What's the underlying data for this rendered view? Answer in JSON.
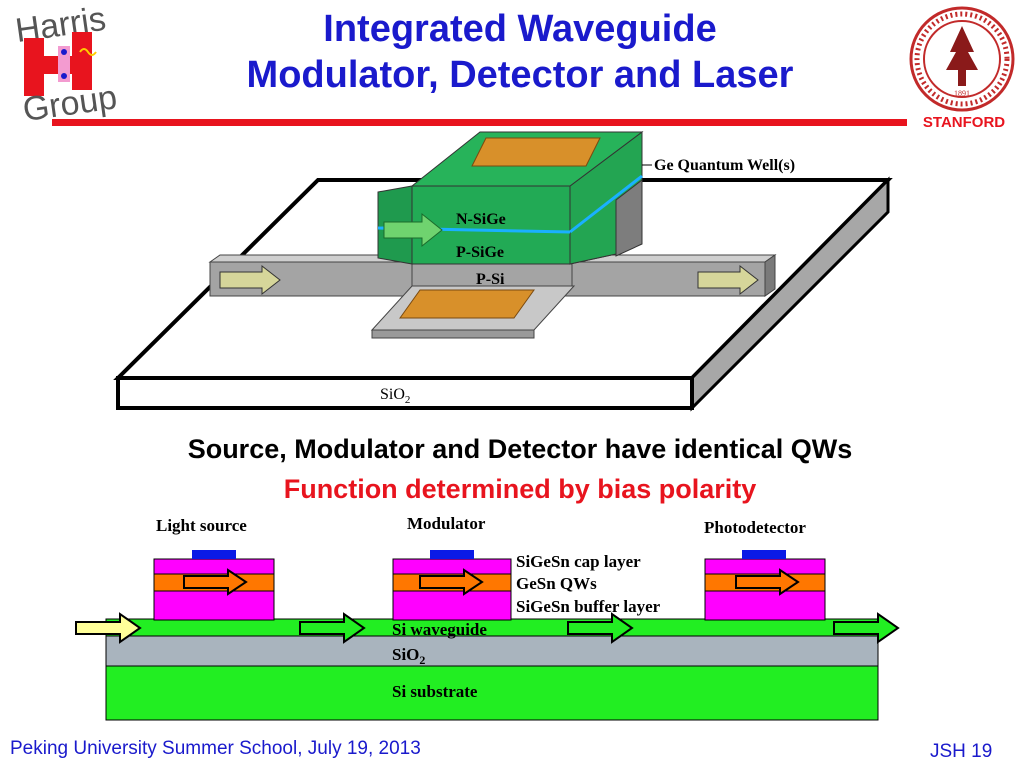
{
  "title": {
    "line1": "Integrated Waveguide",
    "line2": "Modulator,  Detector and Laser"
  },
  "logos": {
    "harris_line1": "Harris",
    "harris_line2": "Group",
    "stanford_label": "STANFORD",
    "seal_year": "1891"
  },
  "top_diagram": {
    "qw_label": "Ge Quantum Well(s)",
    "n_layer": "N-SiGe",
    "p_layer": "P-SiGe",
    "p_si": "P-Si",
    "substrate_main": "SiO",
    "substrate_sub": "2"
  },
  "subtitle": {
    "line1": "Source, Modulator and Detector have identical QWs",
    "line2": "Function determined by bias polarity"
  },
  "bottom_diagram": {
    "label_light_source": "Light source",
    "label_modulator": "Modulator",
    "label_photodetector": "Photodetector",
    "layer_cap": "SiGeSn cap layer",
    "layer_qw": "GeSn QWs",
    "layer_buffer": "SiGeSn buffer layer",
    "layer_waveguide": "Si waveguide",
    "layer_oxide_main": "SiO",
    "layer_oxide_sub": "2",
    "layer_substrate": "Si substrate"
  },
  "footer": {
    "left": "Peking University Summer School, July 19, 2013",
    "right": "JSH 19"
  },
  "colors": {
    "title_blue": "#1a1acc",
    "accent_red": "#e8141e",
    "layer_green": "#22dd22",
    "device_green": "#22aa55",
    "layer_magenta": "#ff00ff",
    "layer_orange": "#ff7700",
    "oxide_gray": "#a9b4be",
    "contact_gold": "#d8902a"
  }
}
